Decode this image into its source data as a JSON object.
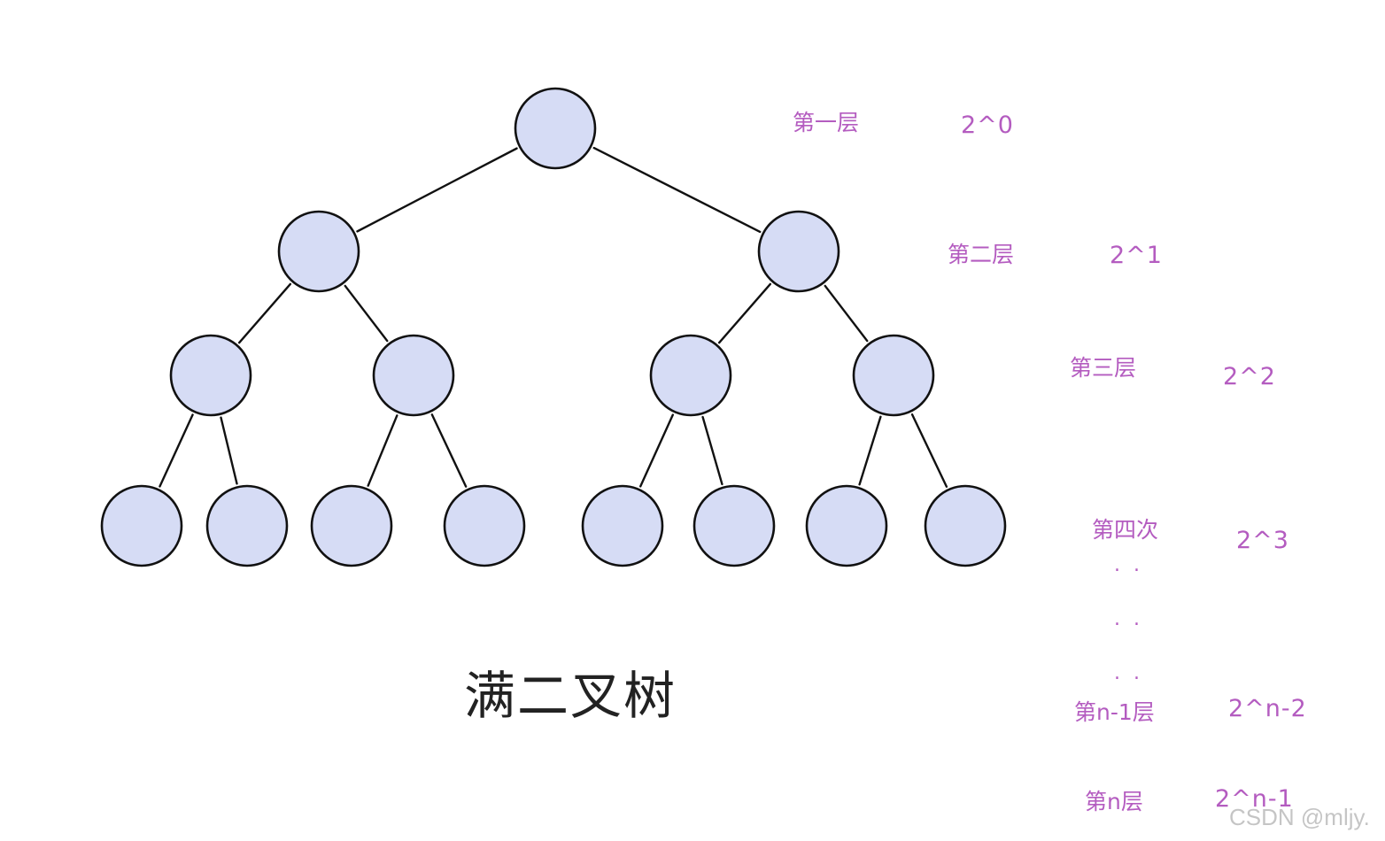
{
  "title": "满二叉树",
  "watermark": "CSDN @mljy.",
  "colors": {
    "node_fill": "#d6dcf5",
    "node_stroke": "#111111",
    "edge": "#111111",
    "label": "#b45cc0",
    "title": "#222222"
  },
  "tree": {
    "depth_shown": 4,
    "nodes_per_level": [
      1,
      2,
      4,
      8
    ]
  },
  "levels": [
    {
      "name": "第一层",
      "count": "2^0"
    },
    {
      "name": "第二层",
      "count": "2^1"
    },
    {
      "name": "第三层",
      "count": "2^2"
    },
    {
      "name": "第四次",
      "count": "2^3"
    },
    {
      "name": "第n-1层",
      "count": "2^n-2"
    },
    {
      "name": "第n层",
      "count": "2^n-1"
    }
  ],
  "ellipsis": [
    ". .",
    ". .",
    ". ."
  ]
}
